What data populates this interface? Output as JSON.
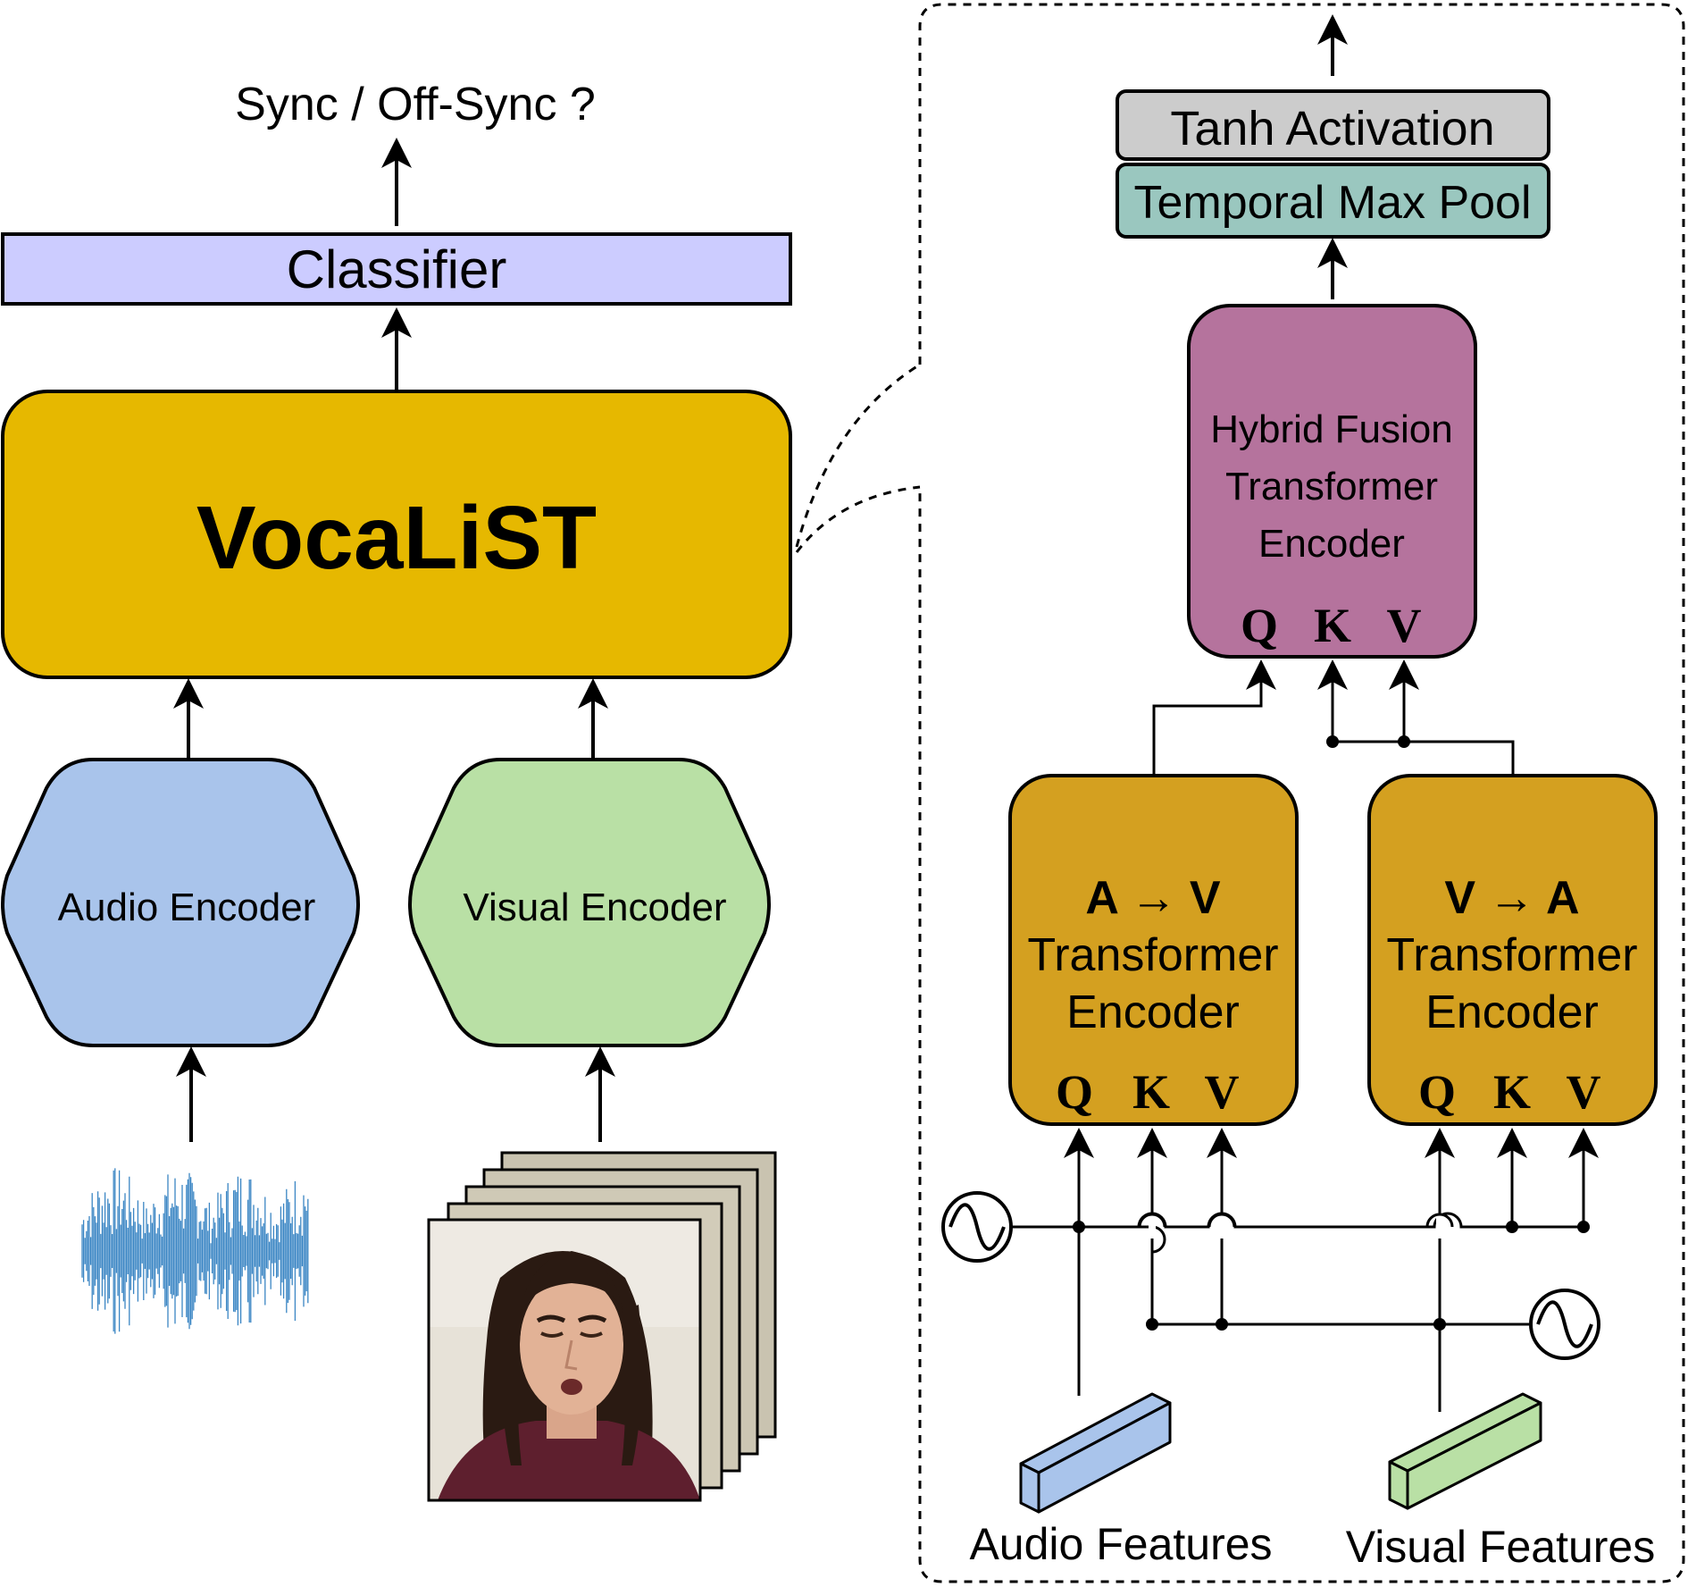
{
  "output_label": "Sync / Off-Sync ?",
  "classifier": {
    "label": "Classifier",
    "color": "#ccccff"
  },
  "vocalist": {
    "label": "VocaLiST",
    "color": "#e6b800"
  },
  "audio_encoder": {
    "label": "Audio Encoder",
    "color": "#a9c4eb"
  },
  "visual_encoder": {
    "label": "Visual Encoder",
    "color": "#b9e0a5"
  },
  "detail": {
    "tanh": {
      "label": "Tanh Activation",
      "color": "#cccccc"
    },
    "maxpool": {
      "label": "Temporal Max Pool",
      "color": "#9ac7bf"
    },
    "hybrid": {
      "lines": [
        "Hybrid Fusion",
        "Transformer",
        "Encoder"
      ],
      "color": "#b5739d",
      "q": "Q",
      "k": "K",
      "v": "V"
    },
    "av": {
      "lines": [
        "A → V",
        "Transformer",
        "Encoder"
      ],
      "color": "#d4a020",
      "q": "Q",
      "k": "K",
      "v": "V"
    },
    "va": {
      "lines": [
        "V → A",
        "Transformer",
        "Encoder"
      ],
      "color": "#d4a020",
      "q": "Q",
      "k": "K",
      "v": "V"
    },
    "audio_features": {
      "label": "Audio Features",
      "color": "#a9c4eb"
    },
    "visual_features": {
      "label": "Visual Features",
      "color": "#b9e0a5"
    }
  }
}
